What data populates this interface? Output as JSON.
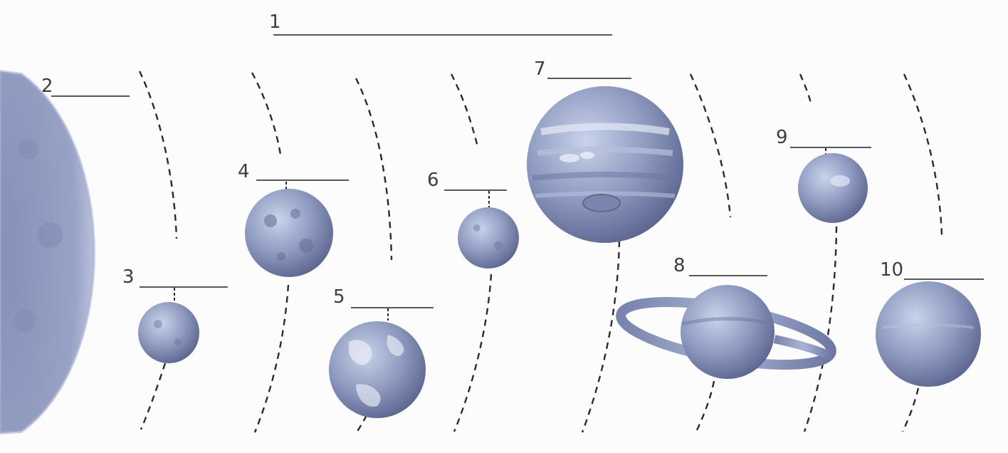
{
  "diagram": {
    "type": "solar-system-labeling-worksheet",
    "colors": {
      "planet_fill": "#8f9bbd",
      "planet_dark": "#5d6790",
      "planet_light": "#cfd8ec",
      "orbit_line": "#2b2b2b",
      "answer_line": "#55585f",
      "label_text": "#3a3d45"
    },
    "labels": [
      {
        "id": "label-1",
        "text": "1"
      },
      {
        "id": "label-2",
        "text": "2"
      },
      {
        "id": "label-3",
        "text": "3"
      },
      {
        "id": "label-4",
        "text": "4"
      },
      {
        "id": "label-5",
        "text": "5"
      },
      {
        "id": "label-6",
        "text": "6"
      },
      {
        "id": "label-7",
        "text": "7"
      },
      {
        "id": "label-8",
        "text": "8"
      },
      {
        "id": "label-9",
        "text": "9"
      },
      {
        "id": "label-10",
        "text": "10"
      }
    ]
  }
}
